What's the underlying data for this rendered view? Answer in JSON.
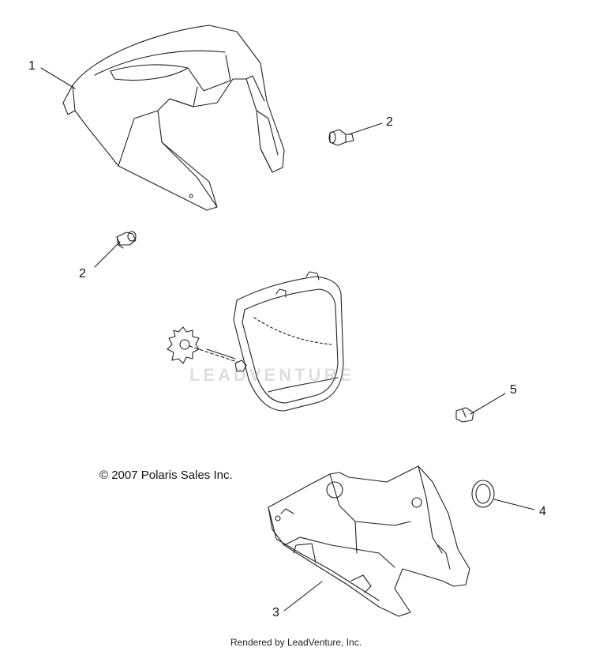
{
  "callouts": {
    "c1": "1",
    "c2a": "2",
    "c2b": "2",
    "c3": "3",
    "c4": "4",
    "c5": "5"
  },
  "copyright": "© 2007 Polaris Sales Inc.",
  "watermark": "LEADVENTURE",
  "footer": "Rendered by LeadVenture, Inc.",
  "colors": {
    "line": "#222222",
    "watermark": "#a0a0a0"
  }
}
